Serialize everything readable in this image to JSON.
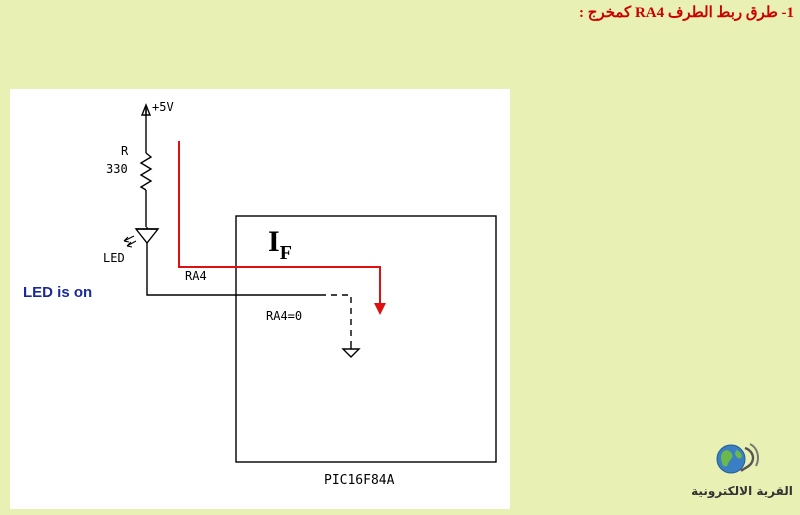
{
  "heading": "1- طرق ربط الطرف RA4 كمخرج :",
  "diagram": {
    "supply_label": "+5V",
    "resistor_name": "R",
    "resistor_value": "330",
    "led_label": "LED",
    "pin_label": "RA4",
    "pin_state_label": "RA4=0",
    "current_main": "I",
    "current_sub": "F",
    "chip_label": "PIC16F84A",
    "current_color": "#dd1111"
  },
  "led_status": "LED is on",
  "logo": {
    "icon": "globe-icon",
    "text": "القرية الالكترونية"
  }
}
